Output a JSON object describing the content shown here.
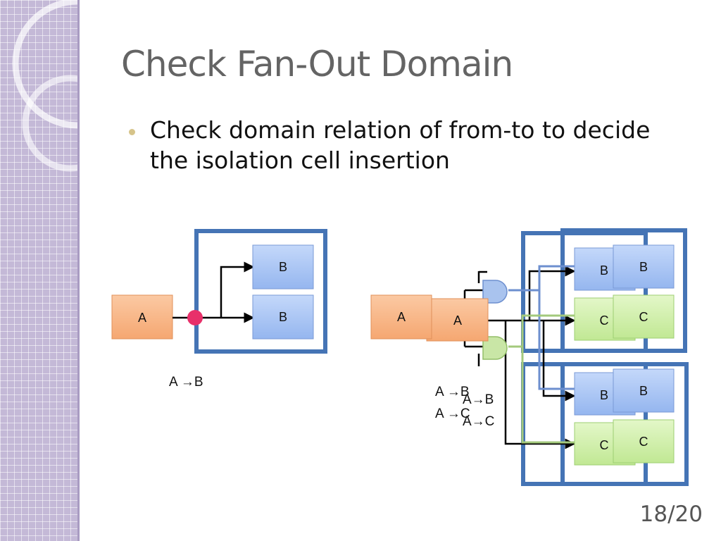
{
  "slide": {
    "title": "Check Fan-Out Domain",
    "bullet": "Check domain relation of from-to to decide the isolation cell insertion",
    "page_number": "18/20"
  },
  "left_diagram": {
    "source_label": "A",
    "targets": [
      "B",
      "B"
    ],
    "relation": "A →B",
    "colors": {
      "source": "#f7b687",
      "target": "#aac7f5",
      "domain_box": "#4574b5",
      "isolation_dot": "#e8306a"
    }
  },
  "right_diagram": {
    "source_label": "A",
    "source_shadow_label": "A",
    "back_targets": [
      "B",
      "C",
      "B",
      "C"
    ],
    "front_targets": [
      "B",
      "C",
      "B",
      "C"
    ],
    "relations_back": [
      "A →B",
      "A →C"
    ],
    "relations_front": [
      "A→B",
      "A→C"
    ],
    "colors": {
      "target_b": "#aac7f5",
      "target_c": "#cfeea6",
      "domain_box": "#4574b5",
      "gate_blue": "#a9c3ee",
      "gate_green": "#c9e6a6"
    }
  }
}
